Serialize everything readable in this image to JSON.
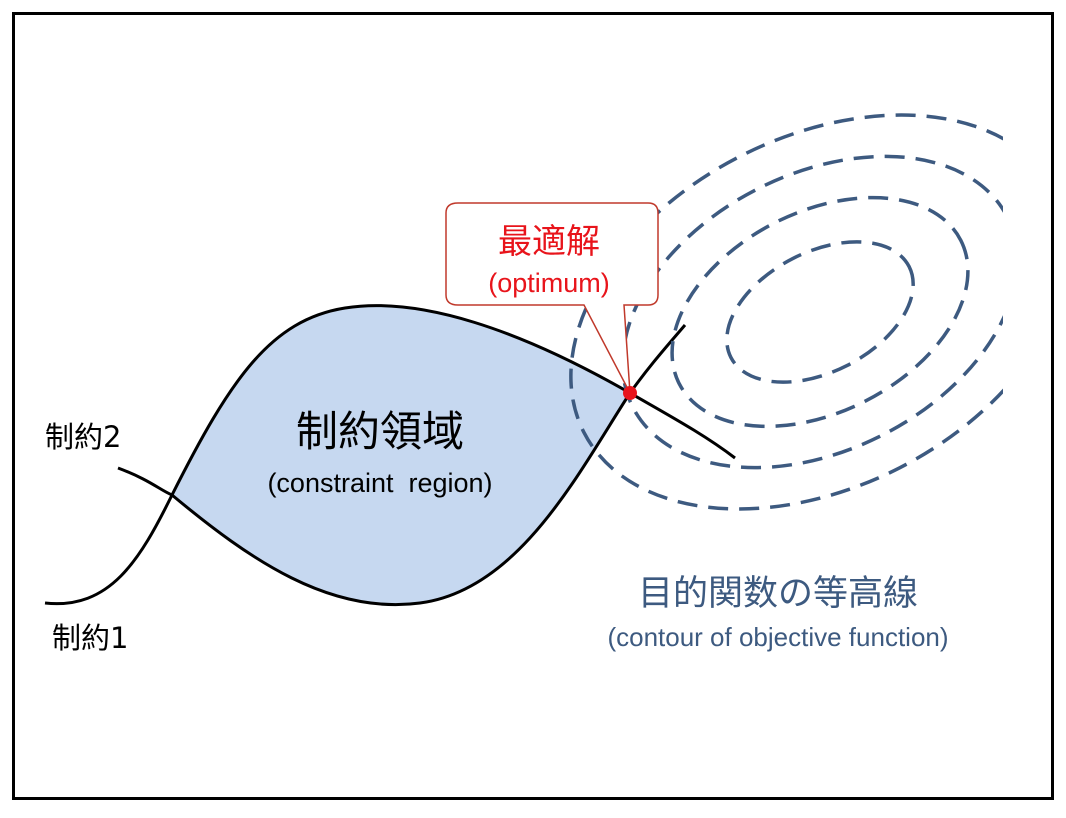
{
  "labels": {
    "constraint2": "制約2",
    "constraint1": "制約1",
    "region_jp": "制約領域",
    "region_en": "(constraint  region)",
    "optimum_jp": "最適解",
    "optimum_en": "(optimum)",
    "contour_jp": "目的関数の等高線",
    "contour_en": "(contour of objective function)"
  },
  "colors": {
    "region_fill": "#c6d8f0",
    "contour": "#3d5a80",
    "optimum": "#e8141b",
    "callout_border": "#c0392b",
    "line": "#000000"
  }
}
